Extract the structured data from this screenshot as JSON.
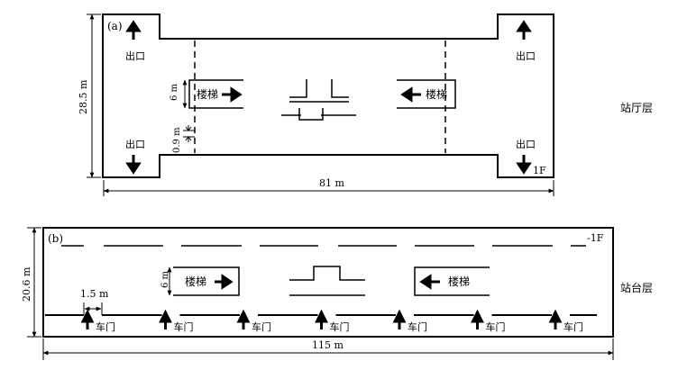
{
  "hall": {
    "panel_label": "(a)",
    "exit_label": "出口",
    "stairs_label": "楼梯",
    "stair_width_label": "6 m",
    "gap_label": "0.9 m",
    "height_label": "28.5 m",
    "length_label": "81 m",
    "floor_tag": "1F",
    "layer_label": "站厅层"
  },
  "platform": {
    "panel_label": "(b)",
    "stairs_label": "楼梯",
    "stair_width_label": "6 m",
    "door_width_label": "1.5 m",
    "door_label": "车门",
    "height_label": "20.6 m",
    "length_label": "115 m",
    "floor_tag": "-1F",
    "layer_label": "站台层",
    "door_count": 7
  }
}
